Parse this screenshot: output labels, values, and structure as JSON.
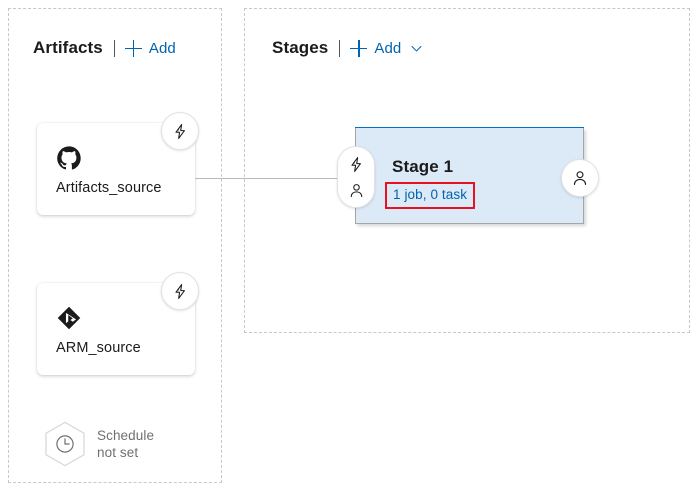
{
  "artifacts": {
    "title": "Artifacts",
    "add_label": "Add",
    "plus_icon": "plus-icon",
    "cards": [
      {
        "name": "Artifacts_source",
        "icon": "github-icon",
        "badge_icon": "lightning-bolt-icon"
      },
      {
        "name": "ARM_source",
        "icon": "azure-repos-icon",
        "badge_icon": "lightning-bolt-icon"
      }
    ],
    "schedule": {
      "icon": "clock-hexagon-icon",
      "line1": "Schedule",
      "line2": "not set"
    }
  },
  "stages": {
    "title": "Stages",
    "add_label": "Add",
    "plus_icon": "plus-icon",
    "chevron_icon": "chevron-down-icon",
    "cards": [
      {
        "name": "Stage 1",
        "subinfo": "1 job, 0 task",
        "pre_deploy_icons": [
          "lightning-bolt-icon",
          "person-icon"
        ],
        "post_deploy_icon": "person-icon",
        "top_bar_color": "#0072c6",
        "fill_color": "#dce9f7",
        "highlight_color": "#e81123"
      }
    ]
  },
  "colors": {
    "accent_blue": "#0063b1",
    "stage_bar_blue": "#0072c6",
    "stage_fill": "#dce9f7",
    "highlight_red": "#e81123",
    "panel_dash": "#c8c8c8",
    "muted_text": "#70706f"
  }
}
